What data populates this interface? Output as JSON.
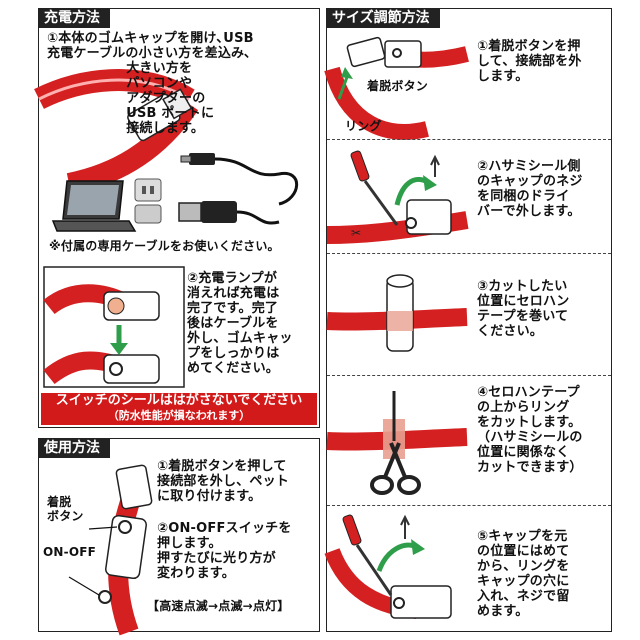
{
  "charging": {
    "title": "充電方法",
    "step1": "①本体のゴムキャップを開け､USB\n充電ケーブルの小さい方を差込み､\n　　　　　　大きい方を\n　　　　　　パソコンや\n　　　　　　アダプターの\n　　　　　　USB ポートに\n　　　　　　接続します。",
    "note": "※付属の専用ケーブルをお使いください。",
    "step2": "②充電ランプが\n消えれば充電は\n完了です。完了\n後はケーブルを\n外し、ゴムキャッ\nプをしっかりは\nめてください。",
    "warning_line1": "スイッチのシールははがさないでください",
    "warning_line2": "（防水性能が損なわれます）"
  },
  "usage": {
    "title": "使用方法",
    "step1": "①着脱ボタンを押して\n接続部を外し、ペット\nに取り付けます。",
    "step2": "②ON-OFFスイッチを\n押します。\n押すたびに光り方が\n変わります。",
    "modes": "【高速点滅→点滅→点灯】",
    "label_button": "着脱\nボタン",
    "label_switch": "ON-OFF"
  },
  "size": {
    "title": "サイズ調節方法",
    "label_button": "着脱ボタン",
    "label_ring": "リング",
    "step1": "①着脱ボタンを押\nして、接続部を外\nします。",
    "step2": "②ハサミシール側\nのキャップのネジ\nを同梱のドライ\nバーで外します。",
    "step3": "③カットしたい\n位置にセロハン\nテープを巻いて\nください。",
    "step4": "④セロハンテープ\nの上からリング\nをカットします。\n（ハサミシールの\n位置に関係なく\nカットできます）",
    "step5": "⑤キャップを元\nの位置にはめて\nから、リングを\nキャップの穴に\n入れ、ネジで留\nめます。"
  },
  "colors": {
    "ring_red": "#d42020",
    "arrow_green": "#2e9e4a",
    "warning_red": "#d21a1a"
  }
}
